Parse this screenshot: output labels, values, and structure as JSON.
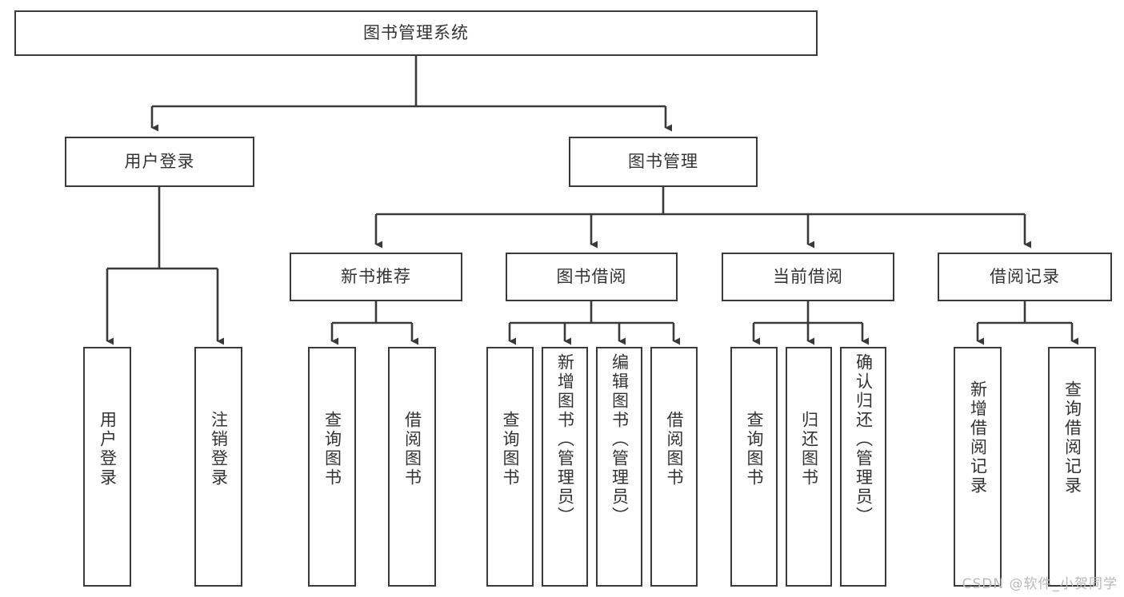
{
  "diagram": {
    "title": "图书管理系统",
    "root": {
      "label": "图书管理系统"
    },
    "level2": [
      {
        "label": "用户登录"
      },
      {
        "label": "图书管理"
      }
    ],
    "level3": [
      {
        "label": "新书推荐"
      },
      {
        "label": "图书借阅"
      },
      {
        "label": "当前借阅"
      },
      {
        "label": "借阅记录"
      }
    ],
    "leaves": [
      {
        "label": "用户登录"
      },
      {
        "label": "注销登录"
      },
      {
        "label": "查询图书"
      },
      {
        "label": "借阅图书"
      },
      {
        "label": "查询图书"
      },
      {
        "label": "新增图书（管理员）"
      },
      {
        "label": "编辑图书（管理员）"
      },
      {
        "label": "借阅图书"
      },
      {
        "label": "查询图书"
      },
      {
        "label": "归还图书"
      },
      {
        "label": "确认归还（管理员）"
      },
      {
        "label": "新增借阅记录"
      },
      {
        "label": "查询借阅记录"
      }
    ]
  },
  "watermark": {
    "text": "CSDN @软件_小贺同学"
  },
  "colors": {
    "stroke": "#3a3a3a",
    "text": "#333333",
    "background": "#ffffff",
    "watermark": "#b9b9b9"
  }
}
